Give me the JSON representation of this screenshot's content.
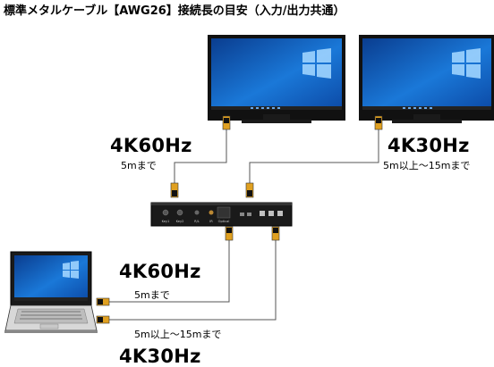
{
  "title": "標準メタルケーブル【AWG26】接続長の目安（入力/出力共通）",
  "labels": {
    "out_left_rate": "4K60Hz",
    "out_left_len": "5mまで",
    "out_right_rate": "4K30Hz",
    "out_right_len": "5m以上～15mまで",
    "in_top_rate": "4K60Hz",
    "in_top_len": "5mまで",
    "in_bottom_len": "5m以上～15mまで",
    "in_bottom_rate": "4K30Hz"
  },
  "device": {
    "ports": [
      "Key1",
      "Key2",
      "R/L",
      "IR",
      "Optical"
    ]
  },
  "colors": {
    "cable": "#555555",
    "connector": "#e0a020",
    "device": "#1a1a1a",
    "screen": "#1565c8"
  },
  "icons": [
    "monitor-icon",
    "monitor-icon",
    "switch-box-icon",
    "laptop-icon",
    "windows-logo-icon"
  ]
}
